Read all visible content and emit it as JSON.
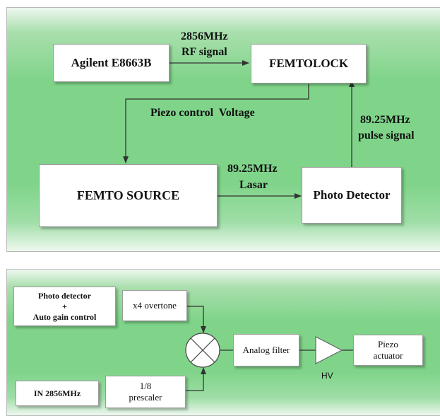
{
  "top_diagram": {
    "agilent": "Agilent E8663B",
    "femtolock": "FEMTOLOCK",
    "femto_source": "FEMTO SOURCE",
    "photo_detector": "Photo Detector",
    "rf_freq": "2856MHz",
    "rf_signal": "RF signal",
    "piezo_voltage": "Piezo control  Voltage",
    "pulse_freq": "89.25MHz",
    "pulse_signal": "pulse signal",
    "lasar_freq": "89.25MHz",
    "lasar": "Lasar"
  },
  "bottom_diagram": {
    "photo_detector_line1": "Photo detector",
    "photo_detector_line2": "+",
    "photo_detector_line3": "Auto gain control",
    "overtone": "x4 overtone",
    "in_2856": "IN 2856MHz",
    "prescaler_line1": "1/8",
    "prescaler_line2": "prescaler",
    "analog_filter": "Analog filter",
    "hv": "HV",
    "piezo_line1": "Piezo",
    "piezo_line2": "actuator"
  },
  "colors": {
    "panel_green": "#7fd489",
    "arrow": "#333333"
  }
}
